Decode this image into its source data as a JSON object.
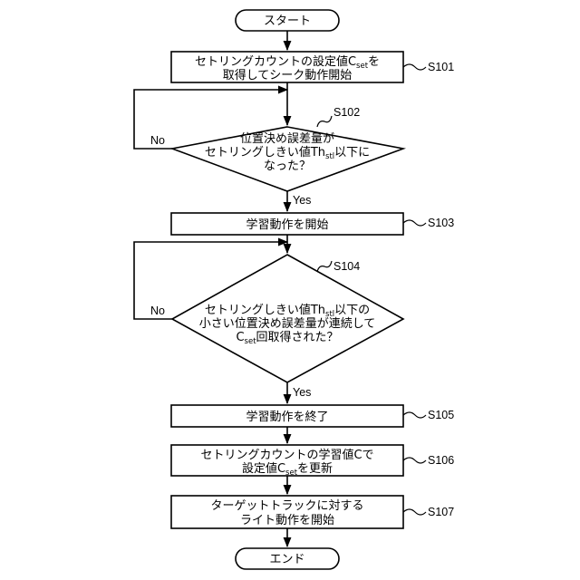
{
  "flowchart": {
    "start": {
      "label": "スタート"
    },
    "end": {
      "label": "エンド"
    },
    "steps": {
      "s101": {
        "step": "S101",
        "line1_pre": "セトリングカウントの設定値C",
        "line1_sub": "set",
        "line1_post": "を",
        "line2": "取得してシーク動作開始"
      },
      "s102": {
        "step": "S102",
        "line1": "位置決め誤差量が",
        "line2_pre": "セトリングしきい値Th",
        "line2_sub": "stl",
        "line2_post": "以下に",
        "line3": "なった？"
      },
      "s103": {
        "step": "S103",
        "line1": "学習動作を開始"
      },
      "s104": {
        "step": "S104",
        "line1_pre": "セトリングしきい値Th",
        "line1_sub": "stl",
        "line1_post": "以下の",
        "line2": "小さい位置決め誤差量が連続して",
        "line3_pre": "C",
        "line3_sub": "set",
        "line3_post": "回取得された？"
      },
      "s105": {
        "step": "S105",
        "line1": "学習動作を終了"
      },
      "s106": {
        "step": "S106",
        "line1": "セトリングカウントの学習値Cで",
        "line2_pre": "設定値C",
        "line2_sub": "set",
        "line2_post": "を更新"
      },
      "s107": {
        "step": "S107",
        "line1": "ターゲットトラックに対する",
        "line2": "ライト動作を開始"
      }
    },
    "branches": {
      "yes": "Yes",
      "no": "No"
    }
  }
}
